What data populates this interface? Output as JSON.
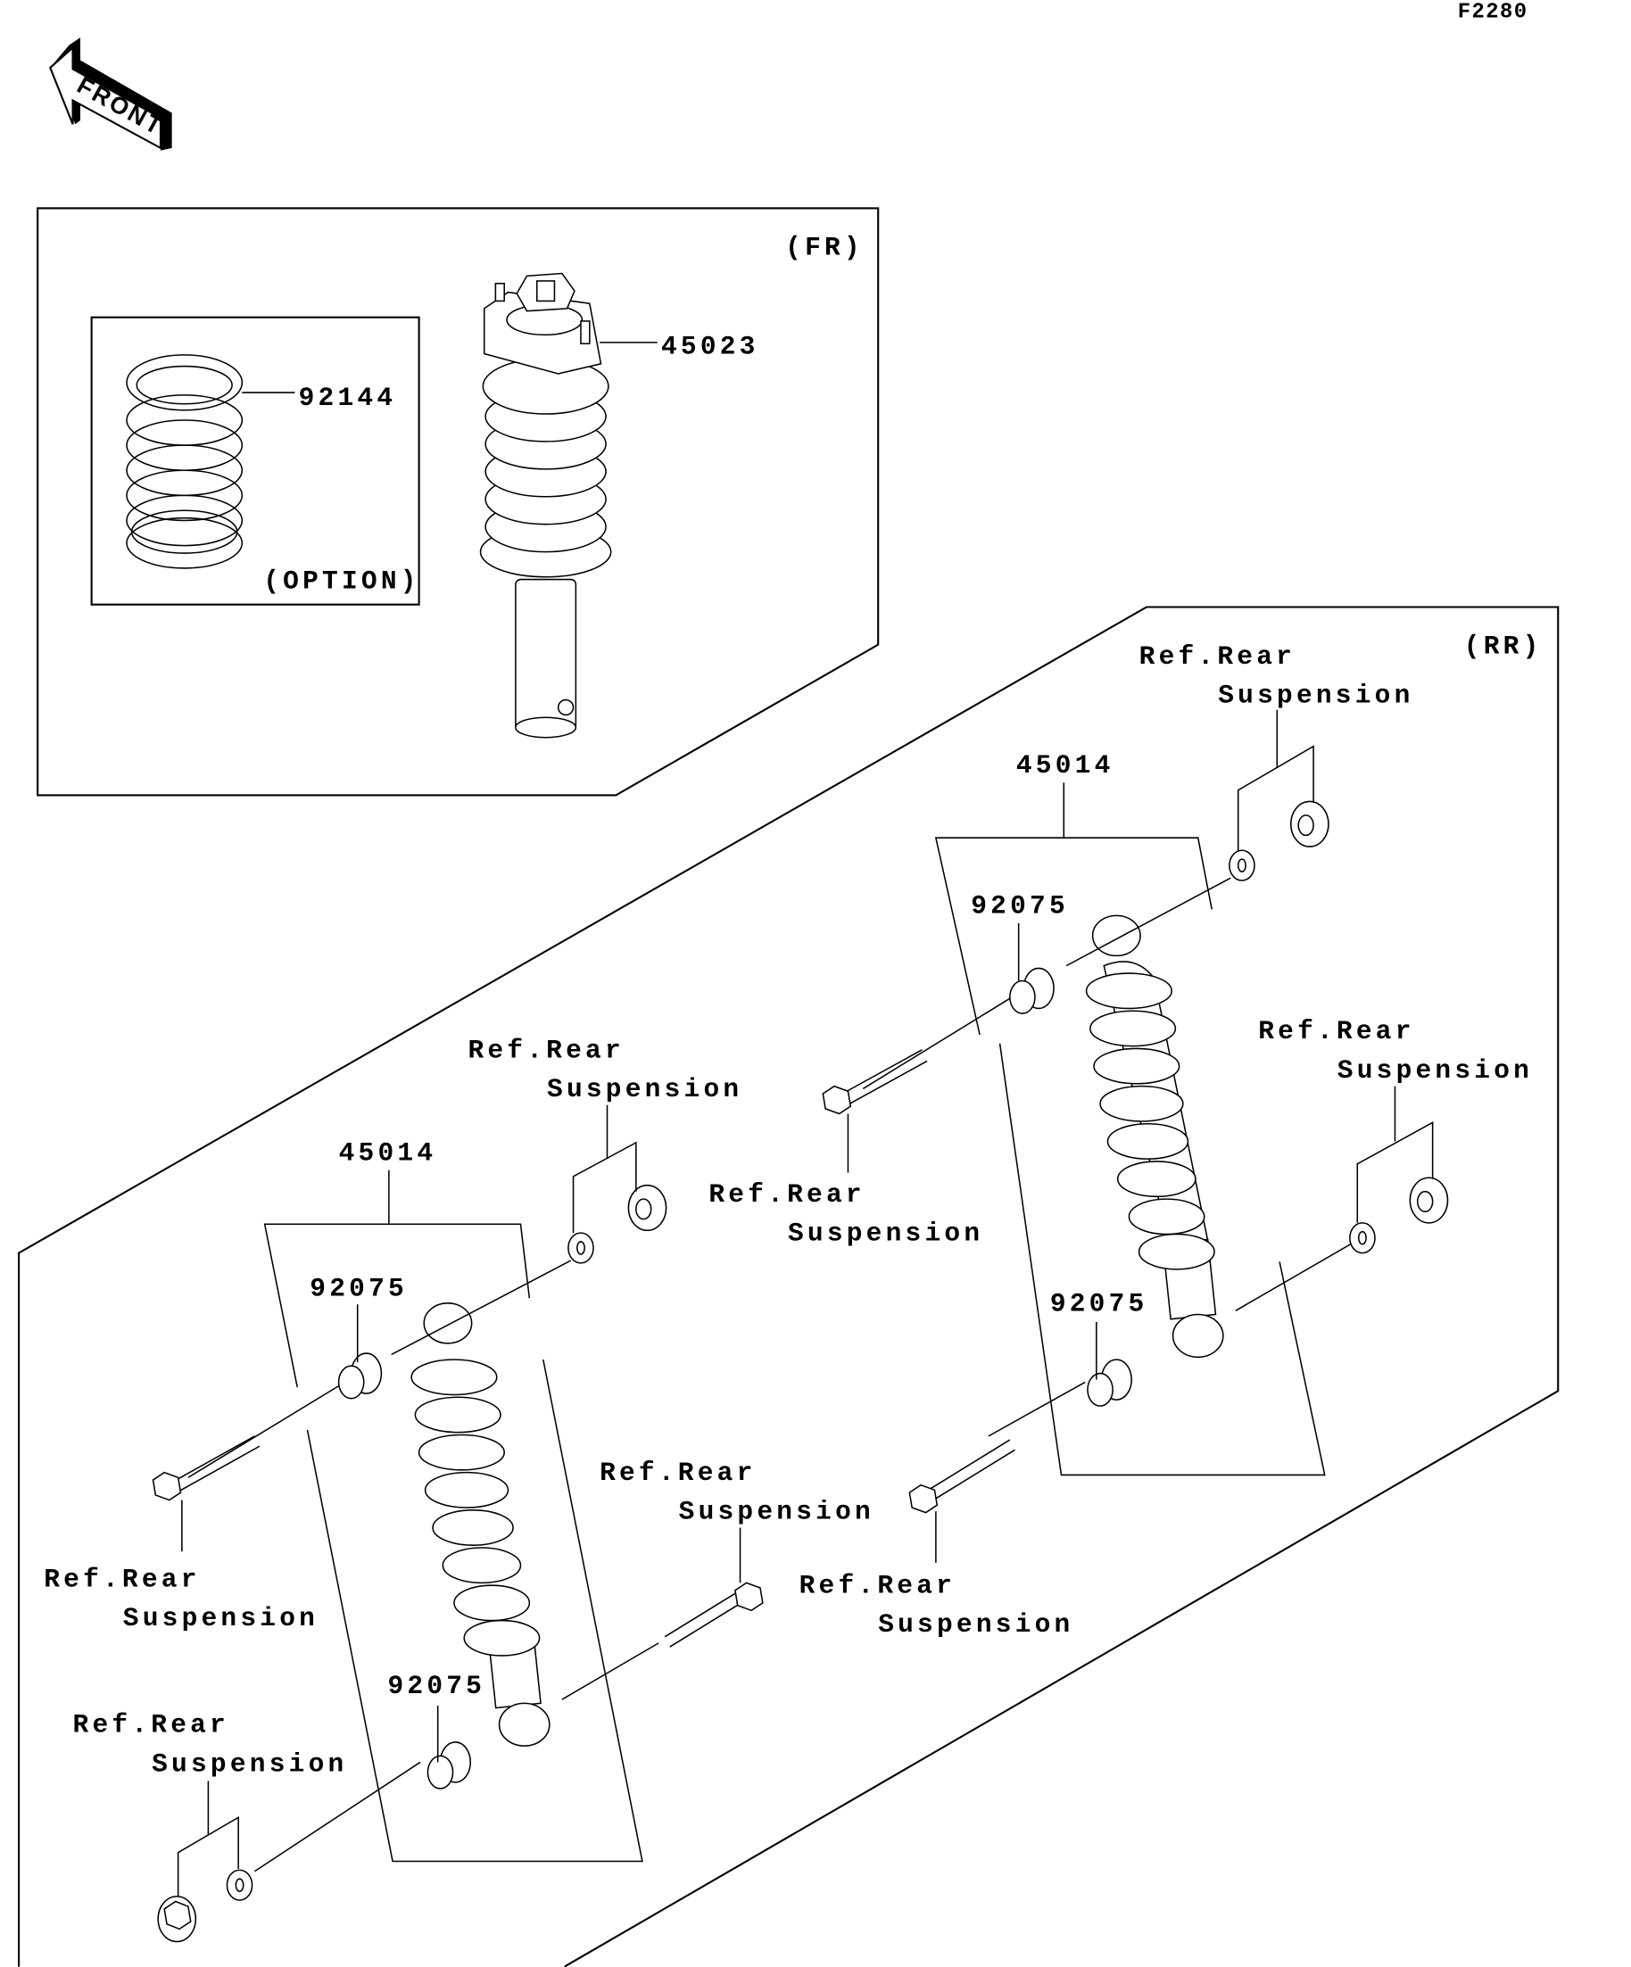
{
  "diagram": {
    "figure_code": "F2280",
    "front_arrow_label": "FRONT",
    "front_section": {
      "label": "(FR)",
      "option_box_label": "(OPTION)",
      "parts": [
        {
          "number": "92144",
          "name": "spring-option"
        },
        {
          "number": "45023",
          "name": "front-shock-absorber"
        }
      ]
    },
    "rear_section": {
      "label": "(RR)",
      "right_shock": {
        "assembly": "45014",
        "bushing_upper": "92075",
        "bushing_lower": "92075"
      },
      "left_shock": {
        "assembly": "45014",
        "bushing_upper": "92075",
        "bushing_lower": "92075"
      },
      "ref_labels": [
        {
          "line1": "Ref.Rear",
          "line2": "Suspension"
        },
        {
          "line1": "Ref.Rear",
          "line2": "Suspension"
        },
        {
          "line1": "Ref.Rear",
          "line2": "Suspension"
        },
        {
          "line1": "Ref.Rear",
          "line2": "Suspension"
        },
        {
          "line1": "Ref.Rear",
          "line2": "Suspension"
        },
        {
          "line1": "Ref.Rear",
          "line2": "Suspension"
        },
        {
          "line1": "Ref.Rear",
          "line2": "Suspension"
        },
        {
          "line1": "Ref.Rear",
          "line2": "Suspension"
        }
      ]
    }
  }
}
